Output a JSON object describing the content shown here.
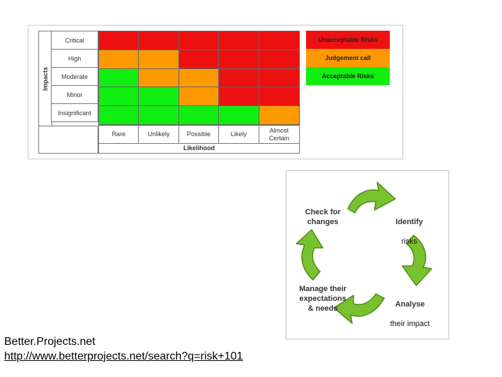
{
  "risk_matrix": {
    "impacts_label": "Impacts",
    "impact_levels": [
      "Critical",
      "High",
      "Moderate",
      "Minor",
      "Insignificant"
    ],
    "likelihood_label": "Likelihood",
    "likelihood_levels": [
      "Rare",
      "Unlikely",
      "Possible",
      "Likely",
      "Almost Certain"
    ],
    "grid": [
      [
        "red",
        "red",
        "red",
        "red",
        "red"
      ],
      [
        "orange",
        "orange",
        "red",
        "red",
        "red"
      ],
      [
        "green",
        "orange",
        "orange",
        "red",
        "red"
      ],
      [
        "green",
        "green",
        "orange",
        "red",
        "red"
      ],
      [
        "green",
        "green",
        "green",
        "green",
        "orange"
      ]
    ],
    "legend": [
      {
        "label": "Unacceptable Risks",
        "color": "red"
      },
      {
        "label": "Judgement call",
        "color": "orange"
      },
      {
        "label": "Acceptable Risks",
        "color": "green"
      }
    ],
    "colors": {
      "red": "#ee1111",
      "orange": "#ff9900",
      "green": "#11ee11"
    }
  },
  "cycle": {
    "check": "Check for\nchanges",
    "identify_bold": "Identify",
    "identify_light": "risks",
    "analyse_bold": "Analyse",
    "analyse_light": "their impact",
    "manage": "Manage their\nexpectations\n& needs",
    "arrow_color": "#77c22e"
  },
  "footer": {
    "site_name": "Better.Projects.net",
    "url": "http://www.betterprojects.net/search?q=risk+101"
  }
}
